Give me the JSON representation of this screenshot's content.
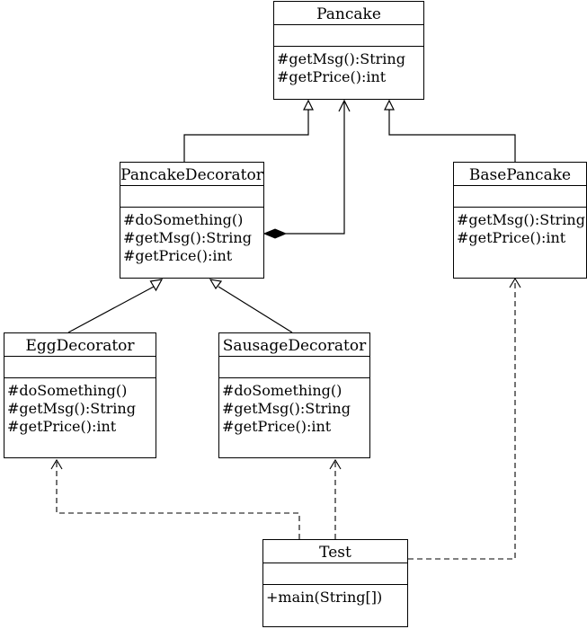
{
  "classes": [
    {
      "id": "pancake",
      "name": "Pancake",
      "operations": [
        "#getMsg():String",
        "#getPrice():int"
      ]
    },
    {
      "id": "pancake-decorator",
      "name": "PancakeDecorator",
      "operations": [
        "#doSomething()",
        "#getMsg():String",
        "#getPrice():int"
      ]
    },
    {
      "id": "base-pancake",
      "name": "BasePancake",
      "operations": [
        "#getMsg():String",
        "#getPrice():int"
      ]
    },
    {
      "id": "egg-decorator",
      "name": "EggDecorator",
      "operations": [
        "#doSomething()",
        "#getMsg():String",
        "#getPrice():int"
      ]
    },
    {
      "id": "sausage-decorator",
      "name": "SausageDecorator",
      "operations": [
        "#doSomething()",
        "#getMsg():String",
        "#getPrice():int"
      ]
    },
    {
      "id": "test",
      "name": "Test",
      "operations": [
        "+main(String[])"
      ]
    }
  ],
  "relationships": [
    {
      "type": "generalization",
      "from": "pancake-decorator",
      "to": "pancake"
    },
    {
      "type": "generalization",
      "from": "base-pancake",
      "to": "pancake"
    },
    {
      "type": "composition",
      "from": "pancake-decorator",
      "to": "pancake"
    },
    {
      "type": "generalization",
      "from": "egg-decorator",
      "to": "pancake-decorator"
    },
    {
      "type": "generalization",
      "from": "sausage-decorator",
      "to": "pancake-decorator"
    },
    {
      "type": "dependency",
      "from": "test",
      "to": "egg-decorator"
    },
    {
      "type": "dependency",
      "from": "test",
      "to": "sausage-decorator"
    },
    {
      "type": "dependency",
      "from": "test",
      "to": "base-pancake"
    }
  ]
}
